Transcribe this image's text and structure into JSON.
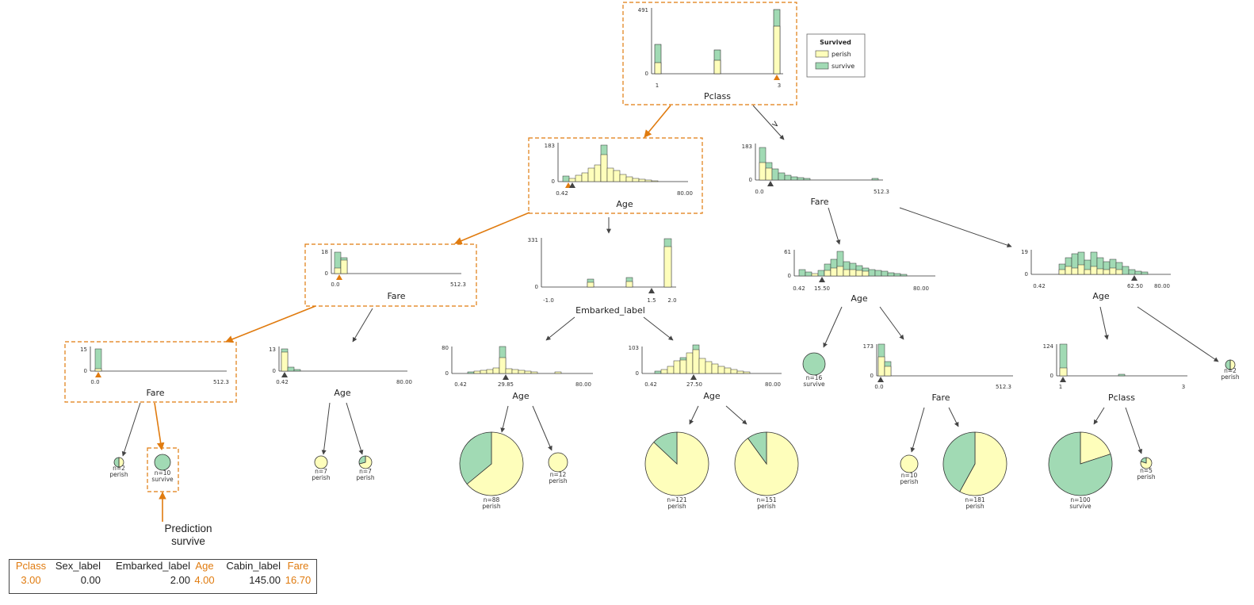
{
  "legend": {
    "title": "Survived",
    "items": [
      "perish",
      "survive"
    ]
  },
  "colors": {
    "perish": "#fefebb",
    "survive": "#a1dab4",
    "highlight": "#e07b0f",
    "edge": "#444444"
  },
  "root": {
    "feature": "Pclass",
    "ymax": "491",
    "ticks": [
      "1",
      "3"
    ]
  },
  "split_symbol": ">",
  "n1": {
    "feature": "Age",
    "ymax": "183",
    "ticks": [
      "0.42",
      "80.00"
    ]
  },
  "n2": {
    "feature": "Fare",
    "ymax": "183",
    "ticks": [
      "0.0",
      "512.3"
    ]
  },
  "n3": {
    "feature": "Fare",
    "ymax": "18",
    "ticks": [
      "0.0",
      "512.3"
    ]
  },
  "n4": {
    "feature": "Embarked_label",
    "ymax": "331",
    "ticks": [
      "-1.0",
      "1.5",
      "2.0"
    ]
  },
  "n5": {
    "feature": "Age",
    "ymax": "61",
    "ticks": [
      "0.42",
      "15.50",
      "80.00"
    ]
  },
  "n6": {
    "feature": "Age",
    "ymax": "19",
    "ticks": [
      "0.42",
      "62.50",
      "80.00"
    ]
  },
  "n7": {
    "feature": "Fare",
    "ymax": "15",
    "ticks": [
      "0.0",
      "512.3"
    ]
  },
  "n8": {
    "feature": "Age",
    "ymax": "13",
    "ticks": [
      "0.42",
      "80.00"
    ]
  },
  "n9": {
    "feature": "Age",
    "ymax": "80",
    "ticks": [
      "0.42",
      "29.85",
      "80.00"
    ]
  },
  "n10": {
    "feature": "Age",
    "ymax": "103",
    "ticks": [
      "0.42",
      "27.50",
      "80.00"
    ]
  },
  "n11": {
    "feature": "Fare",
    "ymax": "173",
    "ticks": [
      "0.0",
      "512.3"
    ]
  },
  "n12": {
    "feature": "Pclass",
    "ymax": "124",
    "ticks": [
      "1",
      "3"
    ]
  },
  "leaves": [
    {
      "n": "n=2",
      "label": "perish",
      "perish": 0.5
    },
    {
      "n": "n=10",
      "label": "survive",
      "perish": 0.0
    },
    {
      "n": "n=7",
      "label": "perish",
      "perish": 1.0
    },
    {
      "n": "n=7",
      "label": "perish",
      "perish": 0.71
    },
    {
      "n": "n=88",
      "label": "perish",
      "perish": 0.64
    },
    {
      "n": "n=12",
      "label": "perish",
      "perish": 1.0
    },
    {
      "n": "n=121",
      "label": "perish",
      "perish": 0.87
    },
    {
      "n": "n=151",
      "label": "perish",
      "perish": 0.9
    },
    {
      "n": "n=16",
      "label": "survive",
      "perish": 0.0
    },
    {
      "n": "n=10",
      "label": "perish",
      "perish": 1.0
    },
    {
      "n": "n=181",
      "label": "perish",
      "perish": 0.58
    },
    {
      "n": "n=100",
      "label": "survive",
      "perish": 0.2
    },
    {
      "n": "n=5",
      "label": "perish",
      "perish": 0.8
    },
    {
      "n": "n=2",
      "label": "perish",
      "perish": 0.5
    }
  ],
  "prediction": {
    "title": "Prediction",
    "value": "survive"
  },
  "instance": [
    {
      "name": "Pclass",
      "value": "3.00",
      "highlight": true
    },
    {
      "name": "Sex_label",
      "value": "0.00",
      "highlight": false
    },
    {
      "name": "Embarked_label",
      "value": "2.00",
      "highlight": false
    },
    {
      "name": "Age",
      "value": "4.00",
      "highlight": true
    },
    {
      "name": "Cabin_label",
      "value": "145.00",
      "highlight": false
    },
    {
      "name": "Fare",
      "value": "16.70",
      "highlight": true
    }
  ]
}
